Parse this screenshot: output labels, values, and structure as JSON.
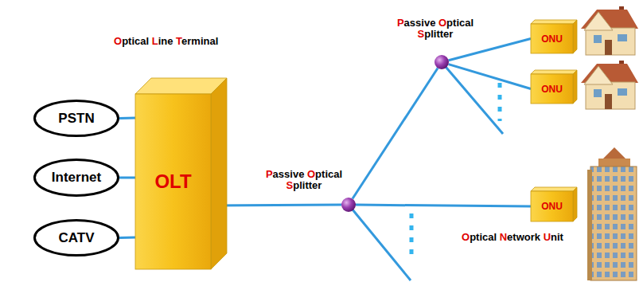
{
  "diagram": {
    "nodes": [
      {
        "text": [
          "PSTN"
        ]
      },
      {
        "text": [
          "Internet"
        ]
      },
      {
        "text": [
          "CATV"
        ]
      },
      {
        "text": [
          "OLT"
        ]
      },
      {
        "text": [
          "Passive Optical Splitter"
        ]
      },
      {
        "text": [
          "Passive Optical Splitter"
        ]
      },
      {
        "text": [
          "ONU"
        ]
      },
      {
        "text": [
          "ONU"
        ]
      },
      {
        "text": [
          "ONU"
        ]
      }
    ],
    "edges": [
      {
        "from": 0,
        "to": 3,
        "arrow": "none"
      },
      {
        "from": 1,
        "to": 3,
        "arrow": "none"
      },
      {
        "from": 2,
        "to": 3,
        "arrow": "none"
      },
      {
        "from": 3,
        "to": 5,
        "arrow": "none"
      },
      {
        "from": 5,
        "to": 4,
        "arrow": "none"
      },
      {
        "from": 4,
        "to": 6,
        "arrow": "none"
      },
      {
        "from": 4,
        "to": 7,
        "arrow": "none"
      },
      {
        "from": 5,
        "to": 8,
        "arrow": "none"
      }
    ],
    "labels": [
      "Optical Line Terminal",
      "Optical Network Unit"
    ]
  }
}
